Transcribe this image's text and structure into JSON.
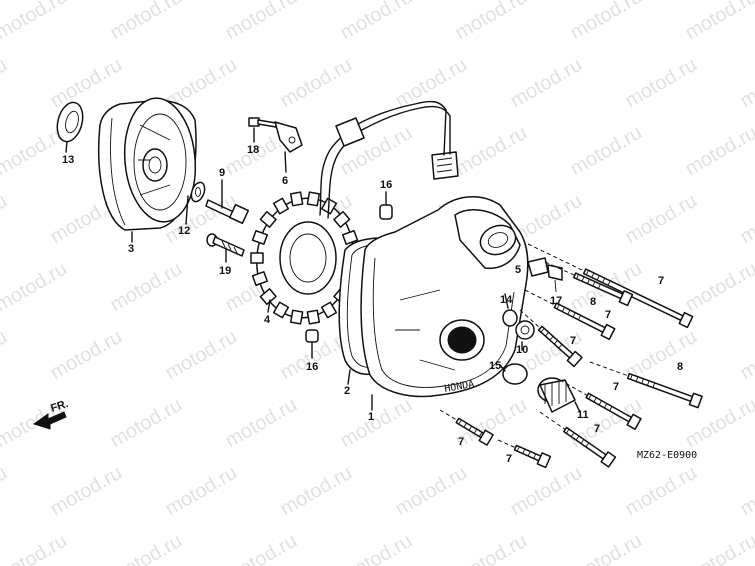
{
  "diagram": {
    "code": "MZ62-E0900",
    "direction_label": "FR.",
    "watermark_text": "motod.ru",
    "callouts": {
      "c13": "13",
      "c3": "3",
      "c9": "9",
      "c12": "12",
      "c19": "19",
      "c18": "18",
      "c6": "6",
      "c4": "4",
      "c16a": "16",
      "c16b": "16",
      "c2": "2",
      "c1": "1",
      "c5": "5",
      "c17": "17",
      "c7a": "7",
      "c7b": "7",
      "c8a": "8",
      "c14": "14",
      "c10": "10",
      "c7c": "7",
      "c15": "15",
      "c8b": "8",
      "c7d": "7",
      "c11": "11",
      "c7e": "7",
      "c7f": "7",
      "c7g": "7"
    }
  }
}
